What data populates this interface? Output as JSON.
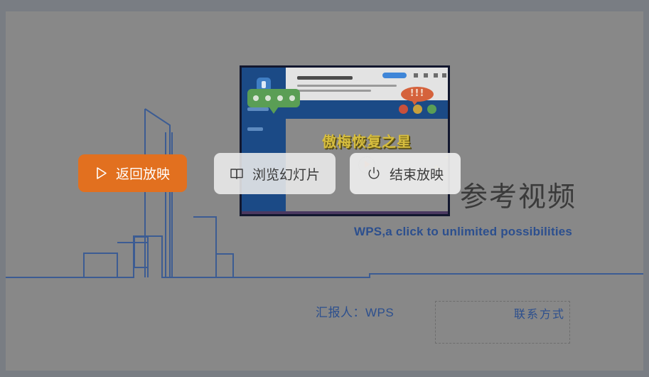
{
  "app": {
    "mode": "slideshow-control-overlay",
    "background_color": "#888888",
    "frame_color": "#797d83"
  },
  "toolbar": {
    "buttons": [
      {
        "id": "resume",
        "label": "返回放映",
        "icon": "play-triangle-icon",
        "style": "primary",
        "bg": "#e2701f",
        "fg": "#ffffff"
      },
      {
        "id": "browse",
        "label": "浏览幻灯片",
        "icon": "open-book-icon",
        "style": "secondary",
        "bg": "#ececec",
        "fg": "#3b3b3b"
      },
      {
        "id": "end",
        "label": "结束放映",
        "icon": "power-icon",
        "style": "secondary",
        "bg": "#ececec",
        "fg": "#3b3b3b"
      }
    ]
  },
  "slide": {
    "heading": "参考视频",
    "heading_color": "#3a3a3a",
    "tagline": "WPS,a click to unlimited possibilities",
    "tagline_color": "#2c4f8e",
    "presenter": "汇报人：WPS",
    "contact_label": "联系方式",
    "accent_color": "#2c4f8e",
    "skyline_color": "#3c5c93"
  },
  "video_thumbnail": {
    "title": "傲梅恢复之星",
    "title_color": "#d6bd3f",
    "bubble_text": "!!!",
    "sidebar_color": "#1b4a86",
    "border_color": "#12172e",
    "play_icon": "play-circle-icon",
    "traffic_dots": [
      "#c8503c",
      "#c8a03c",
      "#5a9e55"
    ],
    "speech_dots": 4
  }
}
